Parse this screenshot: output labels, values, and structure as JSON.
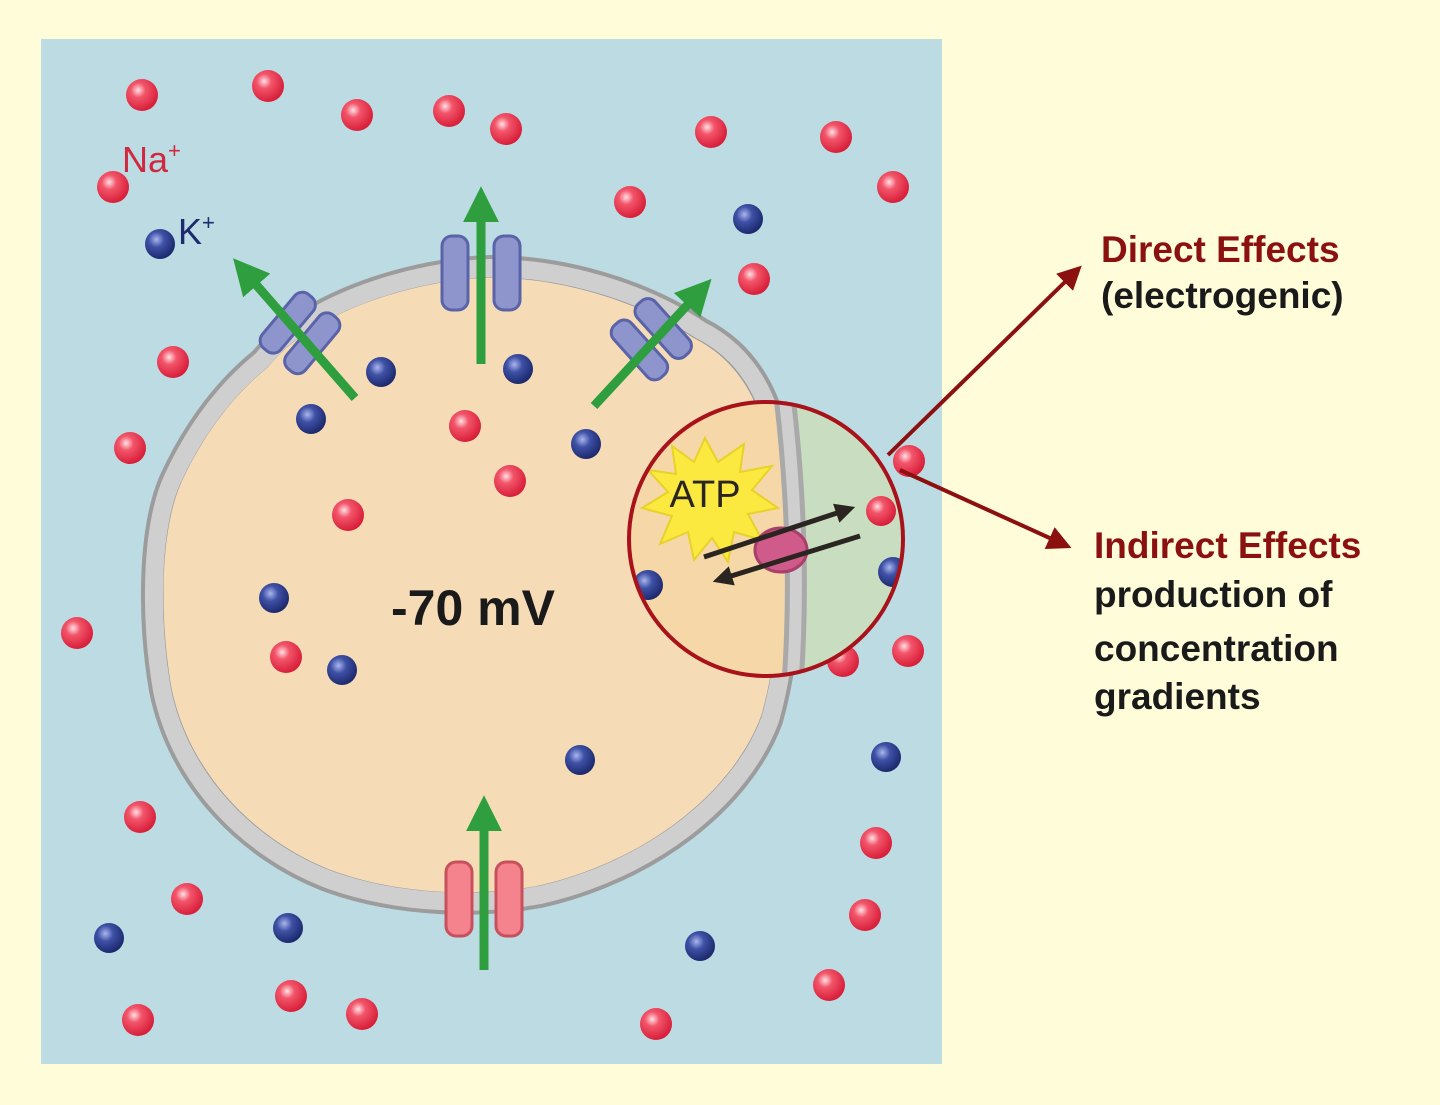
{
  "labels": {
    "sodium": "Na",
    "sodium_charge": "+",
    "potassium": "K",
    "potassium_charge": "+",
    "membrane_potential": "-70 mV",
    "atp": "ATP",
    "direct_title": "Direct Effects",
    "direct_subtitle": "(electrogenic)",
    "indirect_title": "Indirect Effects",
    "indirect_line1": "production of",
    "indirect_line2": "concentration",
    "indirect_line3": "gradients"
  },
  "colors": {
    "background": "#fefcd9",
    "extracellular": "#bcdbe2",
    "cytoplasm": "#f6dcb6",
    "membrane": "#b8b8b8",
    "sodium_ion": "#e8304a",
    "potassium_ion": "#2c3d8c",
    "k_channel": "#8d95cc",
    "na_channel": "#f4838d",
    "arrow_green": "#2e9e3f",
    "dark_red": "#8b1010",
    "atp_burst": "#fbe93f",
    "pump": "#d05a8a"
  }
}
